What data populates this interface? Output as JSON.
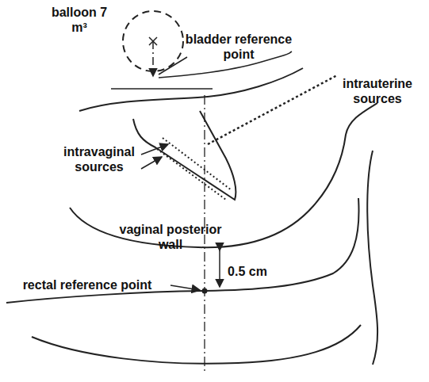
{
  "diagram": {
    "labels": [
      "balloon 7 m³",
      "bladder reference point",
      "intrauterine sources",
      "intravaginal sources",
      "vaginal posterior wall",
      "0.5 cm",
      "rectal reference point"
    ]
  }
}
